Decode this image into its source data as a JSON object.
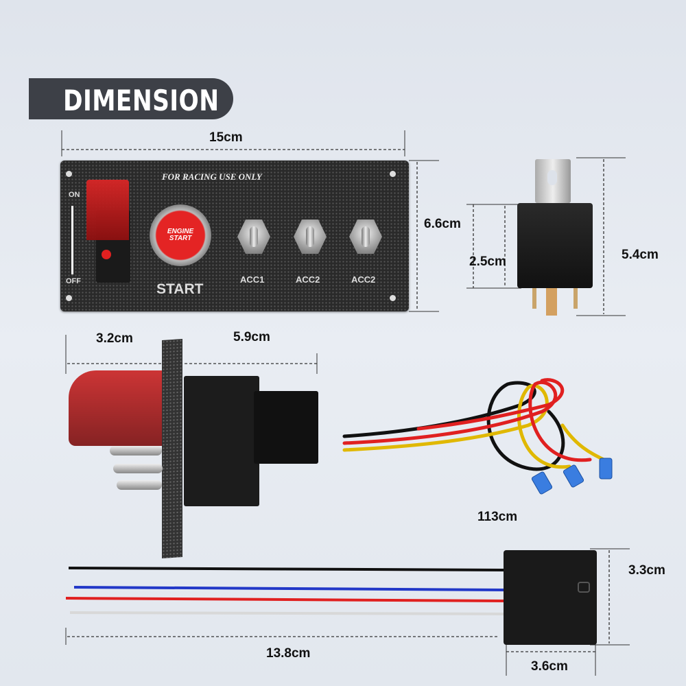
{
  "banner": {
    "title": "DIMENSION"
  },
  "panel": {
    "header": "FOR RACING USE ONLY",
    "ignition": {
      "on": "ON",
      "off": "OFF"
    },
    "start_button": {
      "text_line1": "ENGINE",
      "text_line2": "START",
      "label": "START"
    },
    "switches": [
      {
        "label": "ACC1"
      },
      {
        "label": "ACC2"
      },
      {
        "label": "ACC2"
      }
    ]
  },
  "dimensions": {
    "panel_width": "15cm",
    "panel_height": "6.6cm",
    "relay_body_height": "2.5cm",
    "relay_total_height": "5.4cm",
    "side_depth_front": "3.2cm",
    "side_depth_back": "5.9cm",
    "harness_length": "113cm",
    "socket_height": "3.3cm",
    "socket_wire_length": "13.8cm",
    "socket_width": "3.6cm"
  },
  "colors": {
    "accent_red": "#d21d1d",
    "banner": "#3d4047"
  }
}
